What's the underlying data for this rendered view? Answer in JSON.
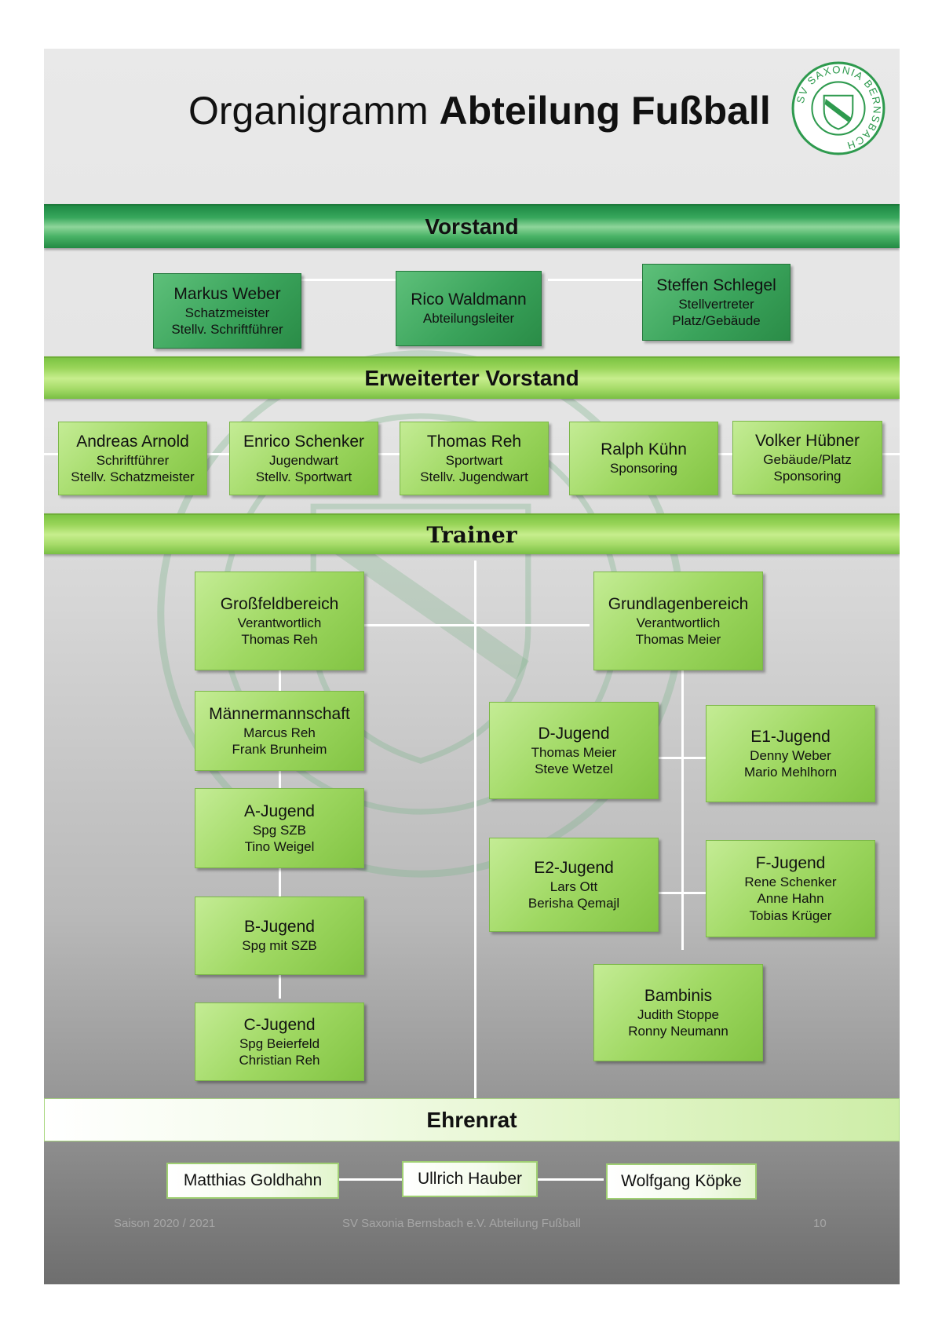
{
  "title": {
    "light": "Organigramm",
    "bold": "Abteilung Fußball"
  },
  "logo": {
    "text": "SV SAXONIA BERNSBACH"
  },
  "colors": {
    "dark_green": "#2a8c47",
    "light_green": "#9fd862",
    "pale_green": "#dff4c4"
  },
  "sections": {
    "vorstand": "Vorstand",
    "erweiterter_vorstand": "Erweiterter Vorstand",
    "trainer": "Trainer",
    "ehrenrat": "Ehrenrat"
  },
  "vorstand": [
    {
      "name": "Markus Weber",
      "role1": "Schatzmeister",
      "role2": "Stellv. Schriftführer"
    },
    {
      "name": "Rico Waldmann",
      "role1": "Abteilungsleiter",
      "role2": ""
    },
    {
      "name": "Steffen Schlegel",
      "role1": "Stellvertreter",
      "role2": "Platz/Gebäude"
    }
  ],
  "erweiterter_vorstand": [
    {
      "name": "Andreas Arnold",
      "role1": "Schriftführer",
      "role2": "Stellv. Schatzmeister"
    },
    {
      "name": "Enrico Schenker",
      "role1": "Jugendwart",
      "role2": "Stellv. Sportwart"
    },
    {
      "name": "Thomas Reh",
      "role1": "Sportwart",
      "role2": "Stellv. Jugendwart"
    },
    {
      "name": "Ralph Kühn",
      "role1": "Sponsoring",
      "role2": ""
    },
    {
      "name": "Volker Hübner",
      "role1": "Gebäude/Platz",
      "role2": "Sponsoring"
    }
  ],
  "trainer": {
    "grossfeld": {
      "name": "Großfeldbereich",
      "l1": "Verantwortlich",
      "l2": "Thomas Reh"
    },
    "grundlagen": {
      "name": "Grundlagenbereich",
      "l1": "Verantwortlich",
      "l2": "Thomas Meier"
    },
    "maenner": {
      "name": "Männermannschaft",
      "l1": "Marcus Reh",
      "l2": "Frank Brunheim"
    },
    "a_jugend": {
      "name": "A-Jugend",
      "l1": "Spg SZB",
      "l2": "Tino Weigel"
    },
    "b_jugend": {
      "name": "B-Jugend",
      "l1": "Spg mit SZB",
      "l2": ""
    },
    "c_jugend": {
      "name": "C-Jugend",
      "l1": "Spg Beierfeld",
      "l2": "Christian Reh"
    },
    "d_jugend": {
      "name": "D-Jugend",
      "l1": "Thomas Meier",
      "l2": "Steve Wetzel"
    },
    "e1_jugend": {
      "name": "E1-Jugend",
      "l1": "Denny Weber",
      "l2": "Mario Mehlhorn"
    },
    "e2_jugend": {
      "name": "E2-Jugend",
      "l1": "Lars Ott",
      "l2": "Berisha Qemajl"
    },
    "f_jugend": {
      "name": "F-Jugend",
      "l1": "Rene Schenker",
      "l2": "Anne Hahn",
      "l3": "Tobias Krüger"
    },
    "bambinis": {
      "name": "Bambinis",
      "l1": "Judith Stoppe",
      "l2": "Ronny Neumann"
    }
  },
  "ehrenrat": [
    {
      "name": "Matthias Goldhahn"
    },
    {
      "name": "Ullrich Hauber"
    },
    {
      "name": "Wolfgang Köpke"
    }
  ],
  "footer": {
    "season": "Saison 2020 / 2021",
    "club": "SV Saxonia Bernsbach e.V. Abteilung Fußball",
    "page": "10"
  }
}
